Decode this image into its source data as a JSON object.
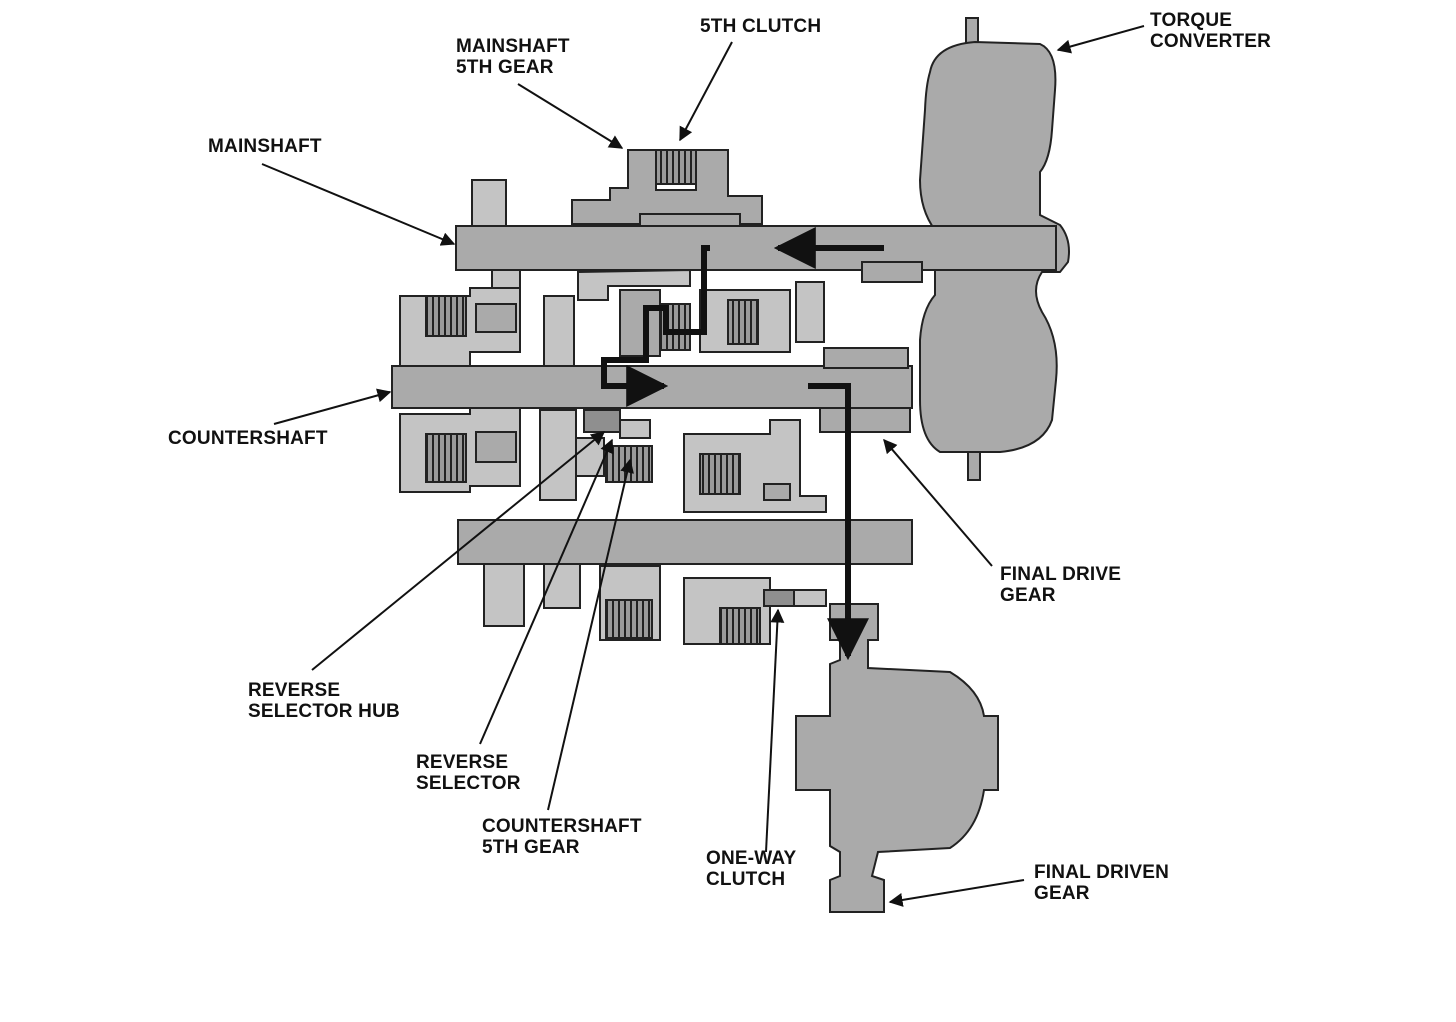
{
  "labels": {
    "clutch_5th": "5TH CLUTCH",
    "mainshaft_5th_gear": [
      "MAINSHAFT",
      "5TH GEAR"
    ],
    "torque_converter": [
      "TORQUE",
      "CONVERTER"
    ],
    "mainshaft": "MAINSHAFT",
    "countershaft": "COUNTERSHAFT",
    "final_drive_gear": [
      "FINAL DRIVE",
      "GEAR"
    ],
    "reverse_selector_hub": [
      "REVERSE",
      "SELECTOR HUB"
    ],
    "reverse_selector": [
      "REVERSE",
      "SELECTOR"
    ],
    "countershaft_5th_gear": [
      "COUNTERSHAFT",
      "5TH GEAR"
    ],
    "one_way_clutch": [
      "ONE-WAY",
      "CLUTCH"
    ],
    "final_driven_gear": [
      "FINAL DRIVEN",
      "GEAR"
    ]
  },
  "colors": {
    "component_fill": "#aaaaaa",
    "outline": "#222222",
    "power_flow": "#111111"
  }
}
